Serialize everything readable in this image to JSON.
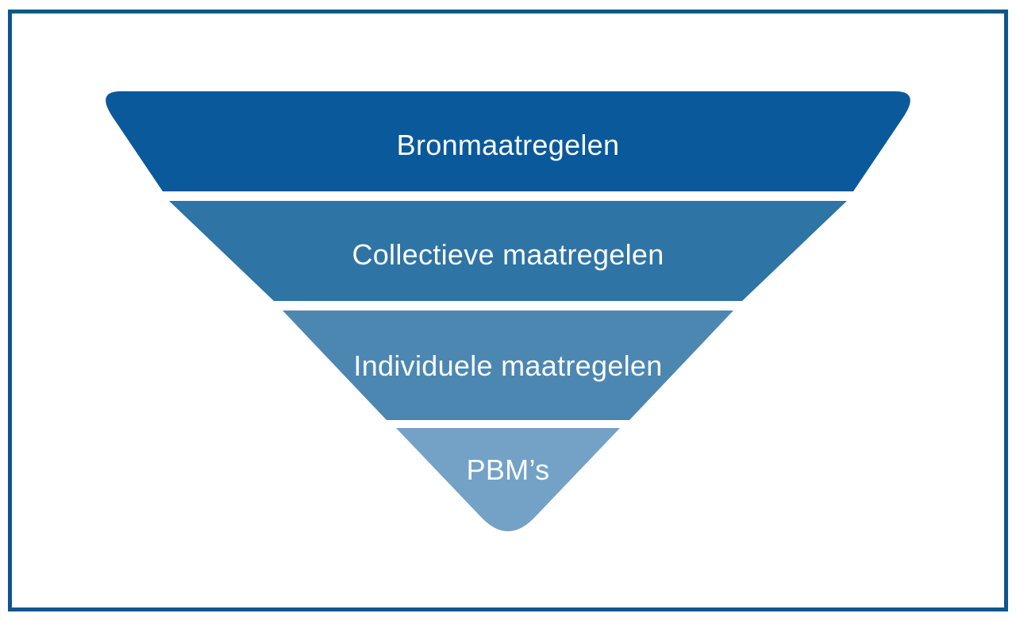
{
  "page": {
    "background": "#ffffff",
    "frame_color": "#0e568c"
  },
  "funnel": {
    "type": "inverted-pyramid",
    "text_color": "#fdfeff",
    "levels": [
      {
        "label": "Bronmaatregelen",
        "color": "#0a599b"
      },
      {
        "label": "Collectieve maatregelen",
        "color": "#2e74a5"
      },
      {
        "label": "Individuele maatregelen",
        "color": "#4c87b2"
      },
      {
        "label": "PBM’s",
        "color": "#73a2c6"
      }
    ]
  }
}
